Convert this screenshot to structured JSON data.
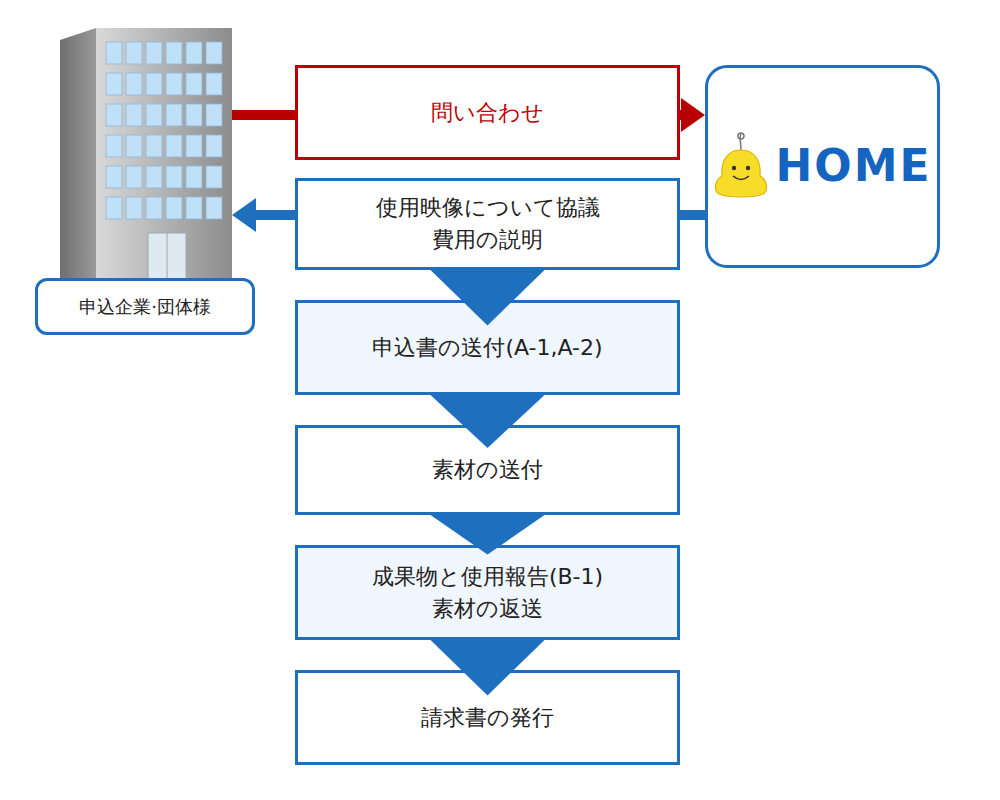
{
  "diagram": {
    "nodes": [
      {
        "text": [
          "申込企業·団体様"
        ]
      },
      {
        "text": [
          "問い合わせ"
        ]
      },
      {
        "text": [
          "HOME"
        ]
      },
      {
        "text": [
          "使用映像について協議 費用の説明"
        ]
      },
      {
        "text": [
          "申込書の送付(A-1,A-2)"
        ]
      },
      {
        "text": [
          "素材の送付"
        ]
      },
      {
        "text": [
          "成果物と使用報告(B-1) 素材の返送"
        ]
      },
      {
        "text": [
          "請求書の発行"
        ]
      }
    ],
    "edges": [
      {
        "from": 0,
        "to": 1,
        "arrow": "none"
      },
      {
        "from": 1,
        "to": 2,
        "arrow": "to"
      },
      {
        "from": 2,
        "to": 3,
        "arrow": "none"
      },
      {
        "from": 3,
        "to": 0,
        "arrow": "to"
      },
      {
        "from": 3,
        "to": 4,
        "arrow": "to"
      },
      {
        "from": 4,
        "to": 5,
        "arrow": "to"
      },
      {
        "from": 5,
        "to": 6,
        "arrow": "to"
      },
      {
        "from": 6,
        "to": 7,
        "arrow": "to"
      }
    ]
  }
}
